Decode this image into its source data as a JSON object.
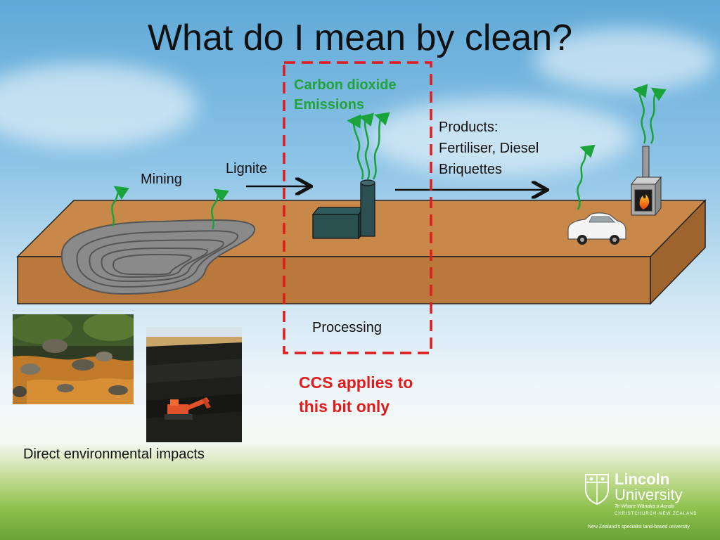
{
  "slide": {
    "title": "What do I mean by clean?"
  },
  "diagram": {
    "mining_label": "Mining",
    "lignite_label": "Lignite",
    "co2_line1": "Carbon dioxide",
    "co2_line2": "Emissions",
    "products_line1": "Products:",
    "products_line2": "Fertiliser, Diesel",
    "products_line3": "Briquettes",
    "processing_label": "Processing",
    "ccs_line1": "CCS applies to",
    "ccs_line2": "this bit only",
    "impacts_label": "Direct environmental  impacts"
  },
  "branding": {
    "university_line1": "Lincoln",
    "university_line2": "University",
    "motto": "Te Whare Wānaka o Aoraki",
    "location": "CHRISTCHURCH·NEW ZEALAND",
    "tagline": "New Zealand's specialist land-based university"
  },
  "colors": {
    "dashed_box": "#e01b1b",
    "emission_arrows": "#1aa33a",
    "ground_top": "#c8884a",
    "ground_side": "#b9793c"
  }
}
